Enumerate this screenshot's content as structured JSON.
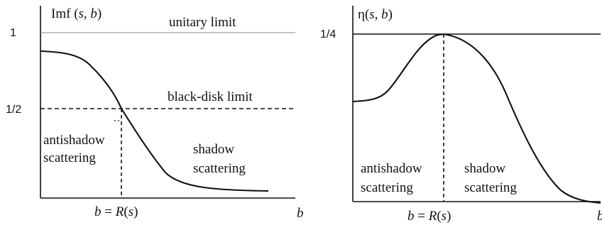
{
  "left_panel": {
    "title_main": "Imf",
    "title_open": " (",
    "title_s": "s",
    "title_comma": ", ",
    "title_b": "b",
    "title_close": ")",
    "tick_1": "1",
    "tick_half": "1/2",
    "unitary_label": "unitary limit",
    "blackdisk_label": "black-disk limit",
    "antishadow_line1": "antishadow",
    "antishadow_line2": "scattering",
    "shadow_line1": "shadow",
    "shadow_line2": "scattering",
    "x_marker_b": "b",
    "x_marker_eq": " = ",
    "x_marker_R": "R",
    "x_marker_open": "(",
    "x_marker_s": "s",
    "x_marker_close": ")",
    "x_axis_label": "b"
  },
  "right_panel": {
    "title_main": "η",
    "title_open": "(",
    "title_s": "s",
    "title_comma": ", ",
    "title_b": "b",
    "title_close": ")",
    "tick_quarter": "1/4",
    "antishadow_line1": "antishadow",
    "antishadow_line2": "scattering",
    "shadow_line1": "shadow",
    "shadow_line2": "scattering",
    "x_marker_b": "b",
    "x_marker_eq": " = ",
    "x_marker_R": "R",
    "x_marker_open": "(",
    "x_marker_s": "s",
    "x_marker_close": ")",
    "x_axis_label": "b"
  },
  "colors": {
    "axis": "#111111",
    "curve": "#111111",
    "unitary_line": "#888888"
  }
}
